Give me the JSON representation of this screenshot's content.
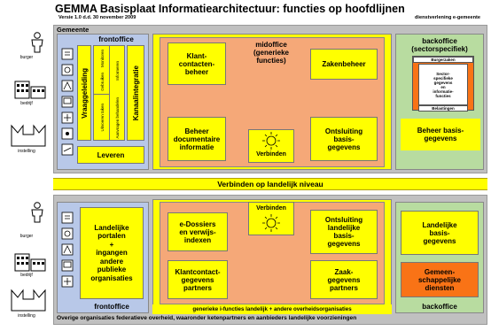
{
  "header": {
    "title": "GEMMA Basisplaat Informatiearchitectuur: functies op hoofdlijnen",
    "version": "Versie 1.0  d.d. 30 november 2009",
    "service": "dienstverlening e-gemeente"
  },
  "actors": [
    {
      "label": "burger",
      "icon": "person-icon"
    },
    {
      "label": "bedrijf",
      "icon": "building-icon"
    },
    {
      "label": "instelling",
      "icon": "institution-icon"
    }
  ],
  "top": {
    "gemeente": "Gemeente",
    "frontoffice": {
      "title": "frontoffice",
      "vraaggeleiding": "Vraaggeleiding",
      "tiny": [
        "Informeren",
        "Aanvragen behandelen",
        "Uitvoeren taken",
        "Monitoren",
        "Gebruiken"
      ],
      "kanaalintegratie": "Kanaalintegratie",
      "leveren": "Leveren"
    },
    "midoffice": {
      "title": "midoffice\n(generieke\nfuncties)",
      "klant": "Klant-\ncontacten-\nbeheer",
      "zaken": "Zakenbeheer",
      "documentair": "Beheer\ndocumentaire\ninformatie",
      "ontsluiting": "Ontsluiting\nbasis-\ngegevens",
      "verbinden": "Verbinden"
    },
    "backoffice": {
      "title": "backoffice\n(sectorspecifiek)",
      "burgerzaken": "Burgerzaken",
      "sector": "Sector-\nspecifieke\ngegevens\nen\ninformatie-\nfuncties",
      "belastingen": "Belastingen",
      "beheer": "Beheer basis-\ngegevens"
    }
  },
  "middle_bar": "Verbinden op landelijk niveau",
  "bottom": {
    "frontoffice": {
      "portalen": "Landelijke\nportalen\n+\ningangen\nandere\npublieke\norganisaties",
      "title": "frontoffice"
    },
    "midoffice": {
      "verbinden": "Verbinden",
      "dossiers": "e-Dossiers\nen verwijs-\nindexen",
      "ontsluiting": "Ontsluiting\nlandelijke\nbasis-\ngegevens",
      "klantcontact": "Klantcontact-\ngegevens\npartners",
      "zaak": "Zaak-\ngegevens\npartners",
      "generieke": "generieke i-functies landelijk + andere overheidsorganisaties"
    },
    "backoffice": {
      "landelijke": "Landelijke\nbasis-\ngegevens",
      "gemeenschappelijke": "Gemeen-\nschappelijke\ndiensten",
      "title": "backoffice"
    },
    "footer": "Overige organisaties federatieve overheid, waaronder ketenpartners en aanbieders landelijke voorzieningen"
  },
  "colors": {
    "frontoffice": "#b8c8e8",
    "highlight": "#ffff00",
    "midoffice": "#f5a878",
    "backoffice": "#b8dca0",
    "gemeente": "#c0c0c0",
    "accent": "#f97316"
  }
}
